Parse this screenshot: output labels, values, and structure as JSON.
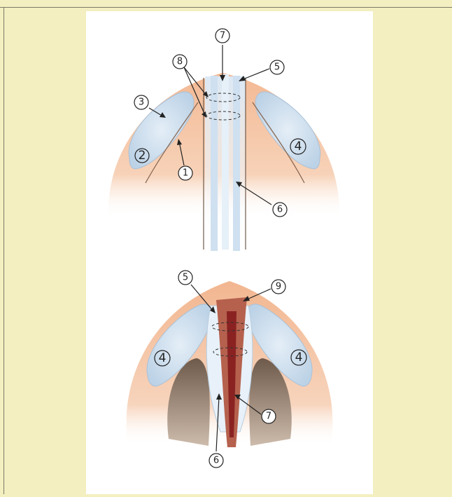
{
  "page": {
    "bg_color": "#f3efc0",
    "panel_color": "#ffffff"
  },
  "top_view": {
    "labels": {
      "c1": "1",
      "c2": "2",
      "c3": "3",
      "c4": "4",
      "c5": "5",
      "c6": "6",
      "c7": "7",
      "c8": "8"
    }
  },
  "bottom_view": {
    "labels": {
      "c4_left": "4",
      "c4_right": "4",
      "c5": "5",
      "c6": "6",
      "c7": "7",
      "c9": "9"
    }
  },
  "colors": {
    "skin": "#f6c9a8",
    "cartilage": "#c9dcec",
    "nostril": "#7a6455",
    "graft": "#b5614e",
    "graft_core": "#8a2222"
  }
}
